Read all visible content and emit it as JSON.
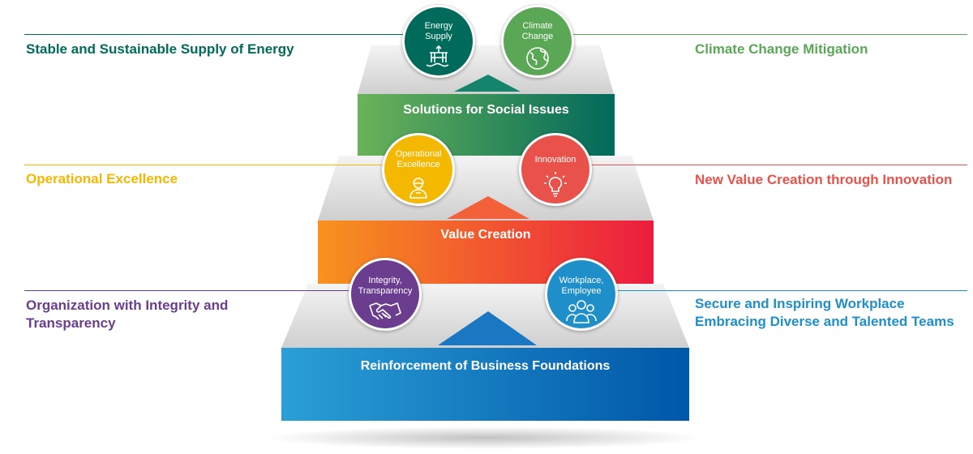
{
  "left_labels": {
    "energy": "Stable and Sustainable Supply of Energy",
    "operational": "Operational Excellence",
    "integrity_1": "Organization with Integrity and",
    "integrity_2": "Transparency"
  },
  "right_labels": {
    "climate": "Climate Change Mitigation",
    "innovation": "New Value Creation through Innovation",
    "workplace_1": "Secure and Inspiring Workplace",
    "workplace_2": "Embracing Diverse and Talented Teams"
  },
  "tiers": {
    "top": "Solutions for Social Issues",
    "middle": "Value Creation",
    "bottom": "Reinforcement of Business Foundations"
  },
  "circles": {
    "energy_1": "Energy",
    "energy_2": "Supply",
    "climate_1": "Climate",
    "climate_2": "Change",
    "operational_1": "Operational",
    "operational_2": "Excellence",
    "innovation": "Innovation",
    "integrity_1": "Integrity,",
    "integrity_2": "Transparency",
    "workplace_1": "Workplace,",
    "workplace_2": "Employee"
  },
  "colors": {
    "energy": "#006b5b",
    "climate": "#5aa855",
    "operational": "#f5b800",
    "innovation": "#e8524a",
    "integrity": "#6a3d8f",
    "workplace": "#1f8fc9"
  },
  "icons": {
    "energy": "oil-platform-icon",
    "climate": "globe-icon",
    "operational": "worker-icon",
    "innovation": "lightbulb-icon",
    "integrity": "handshake-icon",
    "workplace": "team-icon"
  }
}
